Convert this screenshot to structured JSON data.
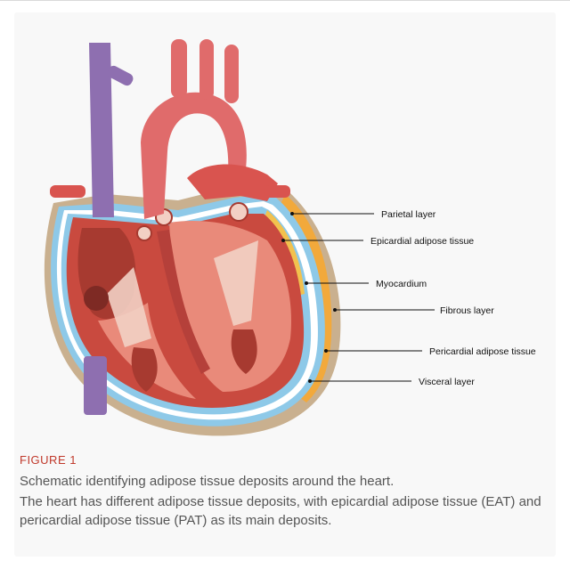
{
  "figure": {
    "label": "FIGURE 1",
    "title": "Schematic identifying adipose tissue deposits around the heart.",
    "body": "The heart has different adipose tissue deposits, with epicardial adipose tissue (EAT) and pericardial adipose tissue (PAT) as its main deposits."
  },
  "annotations": {
    "parietal": "Parietal layer",
    "epicardial": "Epicardial adipose tissue",
    "myocardium": "Myocardium",
    "fibrous": "Fibrous layer",
    "pericardial": "Pericardial adipose tissue",
    "visceral": "Visceral layer"
  },
  "colors": {
    "caption_label": "#c0392b",
    "caption_text": "#555555",
    "panel_bg": "#f8f8f8",
    "vena_cava": "#8e6fb0",
    "aorta": "#e06b6b",
    "myocardium": "#c94a3f",
    "chamber": "#e98a7a",
    "fibrous_layer": "#c9b08f",
    "pericardial_fat": "#f2a93b",
    "serous_layer": "#8ec9e8"
  }
}
